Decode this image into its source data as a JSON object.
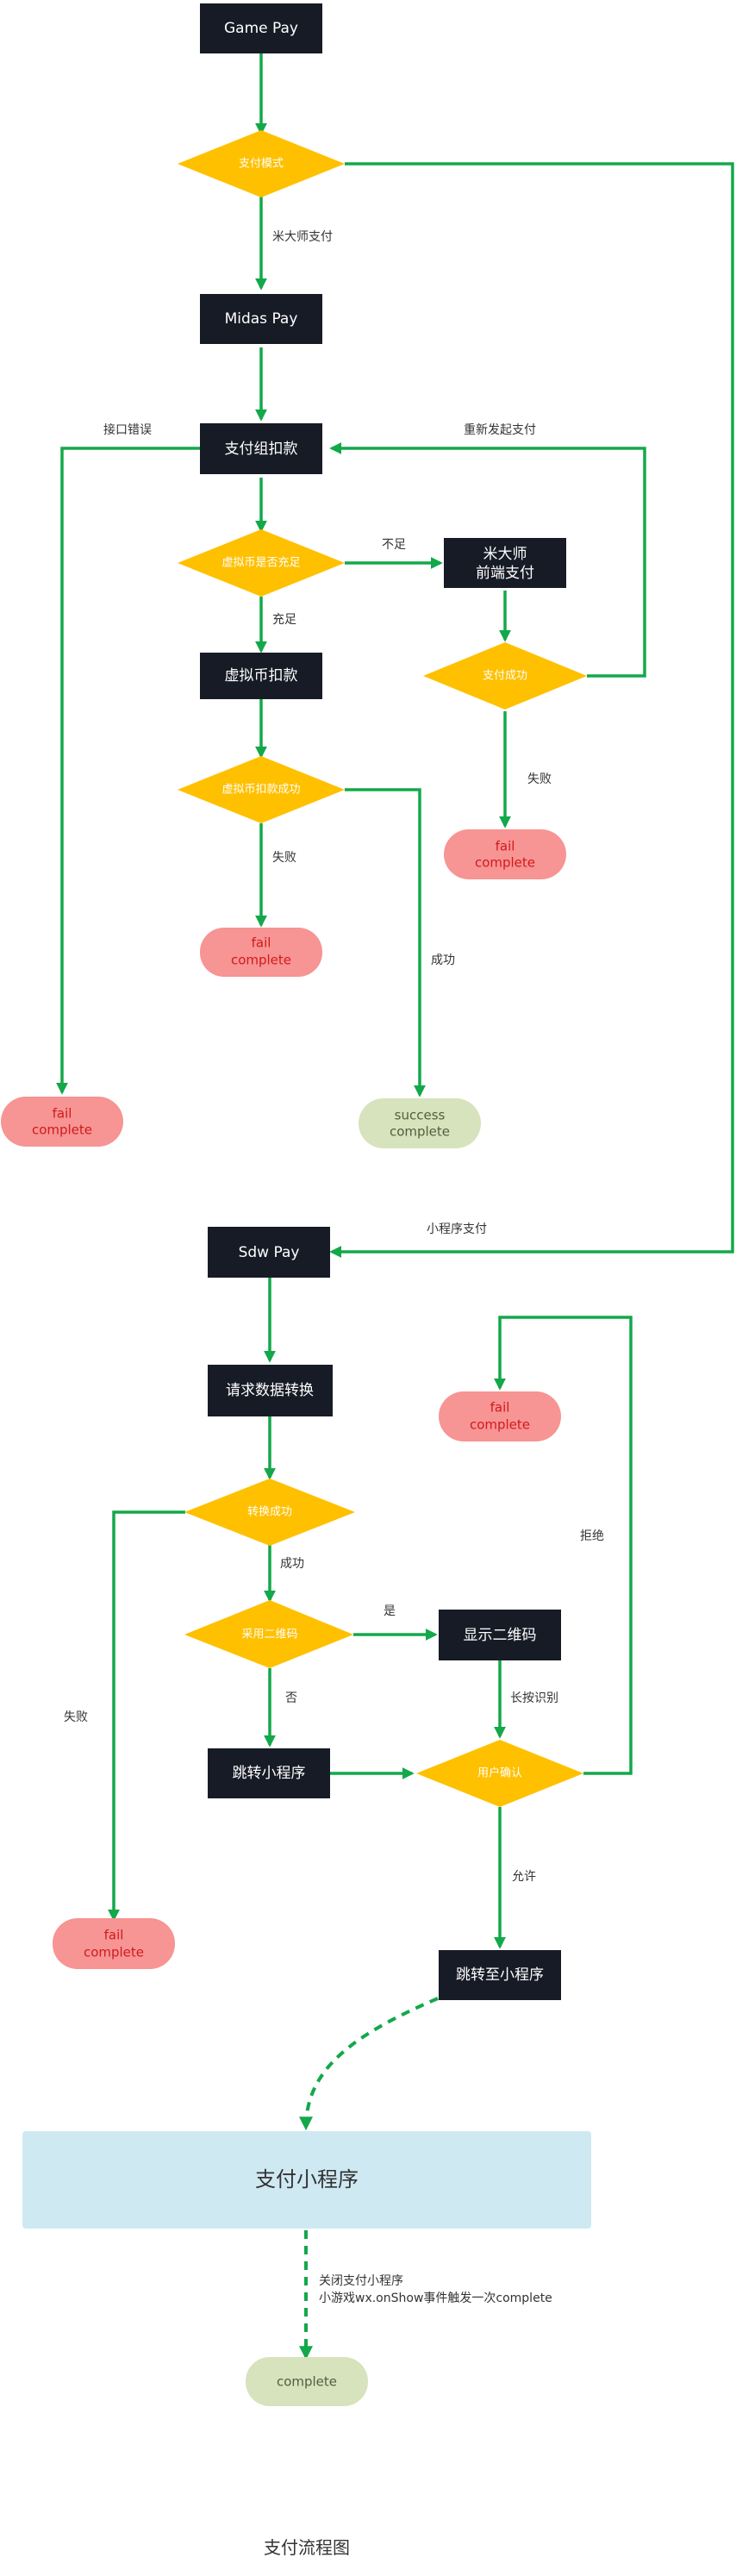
{
  "nodes": {
    "game_pay": "Game Pay",
    "pay_mode": "支付模式",
    "midas_pay": "Midas Pay",
    "pay_group_deduct": "支付组扣款",
    "coin_enough": "虚拟币是否充足",
    "midas_frontend_line1": "米大师",
    "midas_frontend_line2": "前端支付",
    "pay_success": "支付成功",
    "fail_a_line1": "fail",
    "fail_a_line2": "complete",
    "coin_deduct": "虚拟币扣款",
    "coin_deduct_success": "虚拟币扣款成功",
    "fail_b_line1": "fail",
    "fail_b_line2": "complete",
    "fail_c_line1": "fail",
    "fail_c_line2": "complete",
    "success_line1": "success",
    "success_line2": "complete",
    "sdw_pay": "Sdw Pay",
    "request_convert": "请求数据转换",
    "convert_success": "转换成功",
    "fail_d_line1": "fail",
    "fail_d_line2": "complete",
    "use_qrcode": "采用二维码",
    "show_qrcode": "显示二维码",
    "jump_miniprogram": "跳转小程序",
    "user_confirm": "用户确认",
    "fail_e_line1": "fail",
    "fail_e_line2": "complete",
    "jumped_miniprogram": "跳转至小程序",
    "pay_miniprogram": "支付小程序",
    "complete": "complete"
  },
  "labels": {
    "midas_pay_edge": "米大师支付",
    "interface_error": "接口错误",
    "retry_pay": "重新发起支付",
    "insufficient": "不足",
    "sufficient": "充足",
    "fail_edge_1": "失败",
    "fail_edge_2": "失败",
    "success_edge": "成功",
    "mini_program_pay": "小程序支付",
    "convert_ok": "成功",
    "yes": "是",
    "no": "否",
    "long_press": "长按识别",
    "reject": "拒绝",
    "convert_fail": "失败",
    "allow": "允许",
    "close_line1": "关闭支付小程序",
    "close_line2": "小游戏wx.onShow事件触发一次complete"
  },
  "caption": "支付流程图",
  "colors": {
    "box": "#171b26",
    "diamond": "#ffc000",
    "edge": "#13a84a",
    "fail": "#f79494",
    "fail_text": "#d11a1a",
    "success": "#d6e3bd",
    "mini_program": "#cfe9f2"
  }
}
